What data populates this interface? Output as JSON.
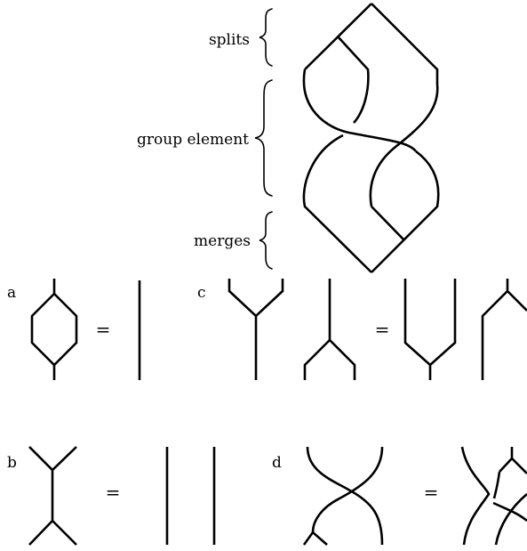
{
  "labels": {
    "splits": "splits",
    "group_element": "group element",
    "merges": "merges"
  },
  "panels": {
    "a": "a",
    "b": "b",
    "c": "c",
    "d": "d"
  },
  "equals": [
    "=",
    "=",
    "=",
    "="
  ]
}
